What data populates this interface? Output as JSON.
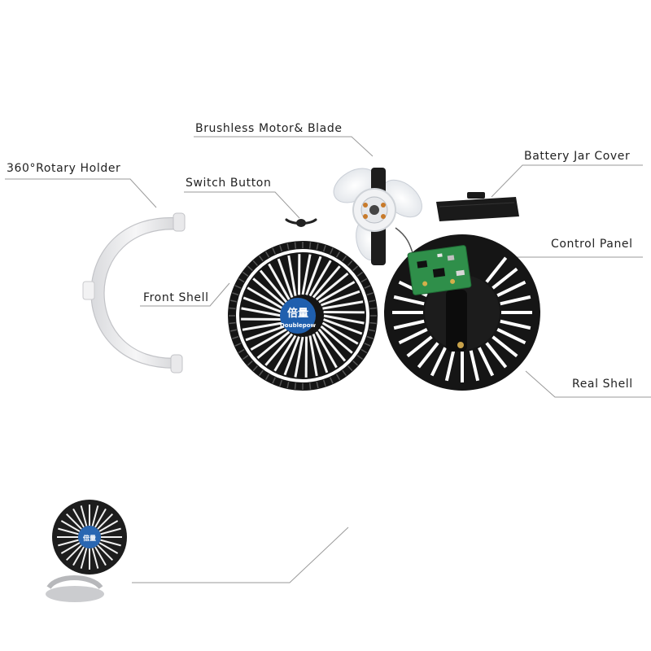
{
  "labels": {
    "rotary_holder": "360°Rotary Holder",
    "switch_button": "Switch Button",
    "motor_blade": "Brushless Motor& Blade",
    "battery_cover": "Battery Jar Cover",
    "control_panel": "Control Panel",
    "front_shell": "Front Shell",
    "real_shell": "Real Shell"
  },
  "brand": {
    "logo_cn": "倍量",
    "logo_en": "Doublepow"
  },
  "colors": {
    "shell": "#151515",
    "holder": "#eeeeef",
    "pcb": "#2f8f4a",
    "logo_blue": "#1f5fae",
    "leader": "#9a9a9a"
  }
}
